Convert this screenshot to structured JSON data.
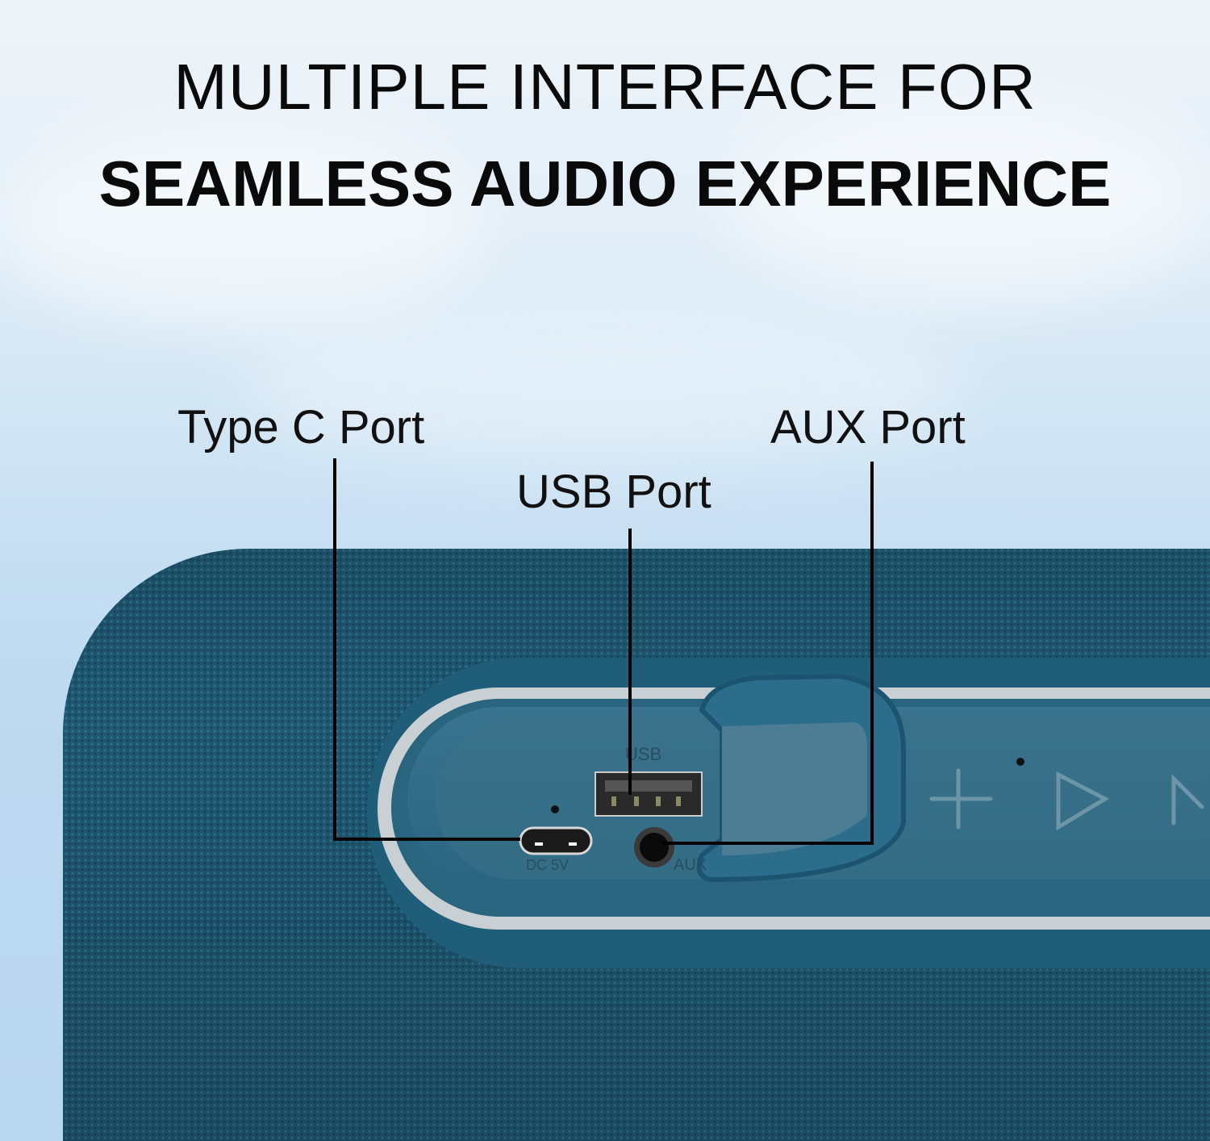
{
  "headline": {
    "line1": "MULTIPLE INTERFACE FOR",
    "line2": "SEAMLESS AUDIO EXPERIENCE"
  },
  "callouts": {
    "type_c": "Type C Port",
    "usb": "USB Port",
    "aux": "AUX Port"
  },
  "device_markings": {
    "usb": "USB",
    "dc": "DC  5V",
    "aux": "AUX"
  },
  "colors": {
    "speaker_fabric": "#1f5670",
    "panel": "#2b6580",
    "silver_ring": "#c9d0d4"
  }
}
